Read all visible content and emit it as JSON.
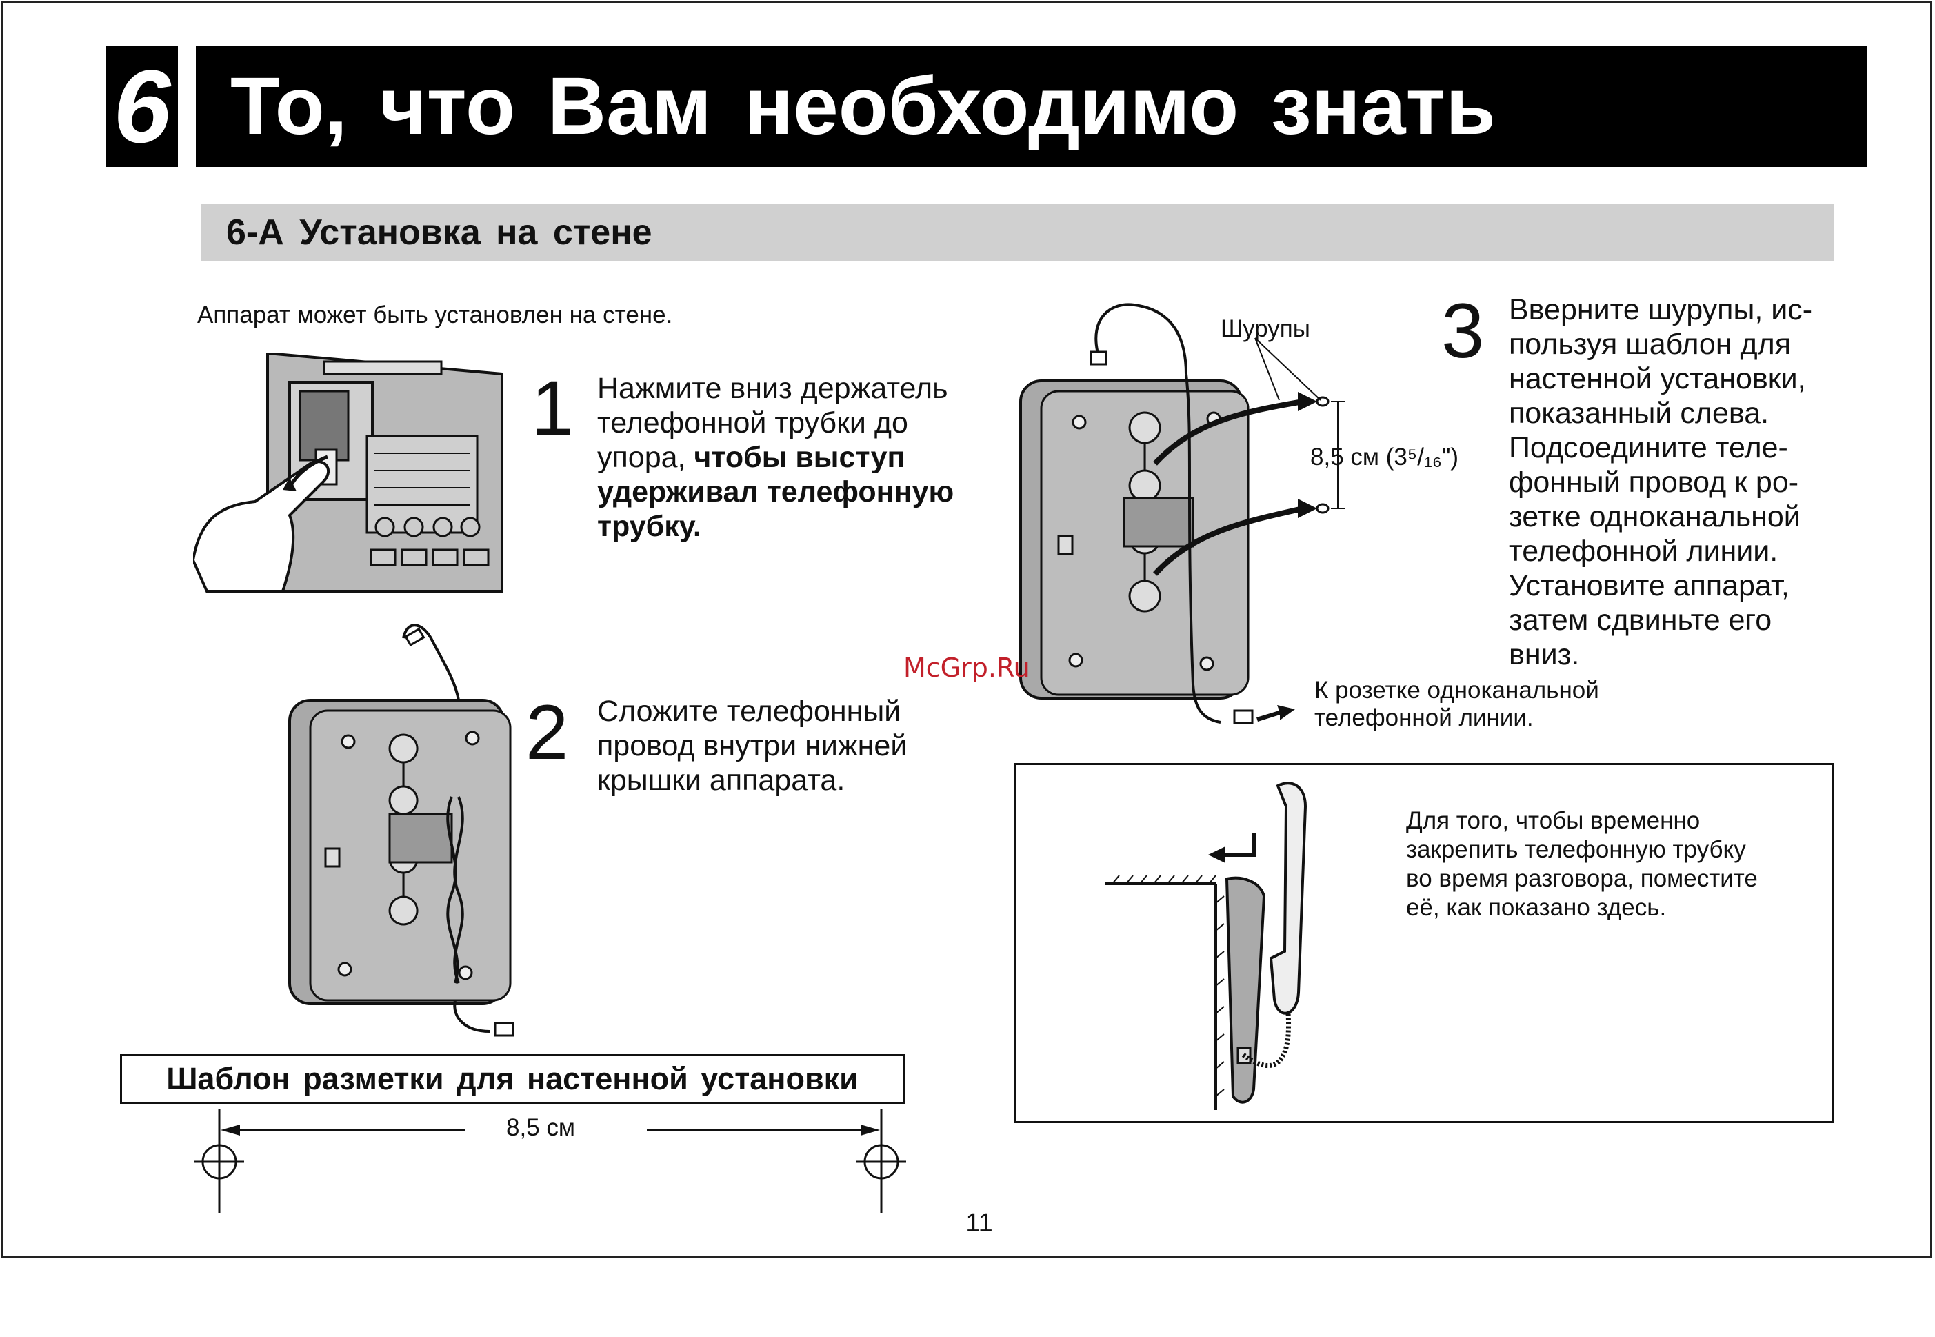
{
  "header": {
    "chapter_number": "6",
    "title": "То, что Вам необходимо знать"
  },
  "section": {
    "title": "6-А Установка на стене"
  },
  "intro": "Аппарат может быть установлен на стене.",
  "steps": [
    {
      "number": "1",
      "lines": [
        "Нажмите вниз держатель",
        "телефонной трубки до"
      ],
      "line3_plain": "упора, ",
      "line3_bold": "чтобы выступ",
      "bold_lines": [
        "удерживал телефонную",
        "трубку."
      ]
    },
    {
      "number": "2",
      "lines": [
        "Сложите телефонный",
        "провод внутри нижней",
        "крышки аппарата."
      ]
    },
    {
      "number": "3",
      "lines": [
        "Вверните шурупы, ис-",
        "пользуя шаблон для",
        "настенной установки,",
        "показанный слева.",
        "Подсоедините теле-",
        "фонный провод к ро-",
        "зетке одноканальной",
        "телефонной линии.",
        "Установите аппарат,",
        "затем сдвиньте его",
        "вниз."
      ]
    }
  ],
  "diagram_labels": {
    "screws": "Шурупы",
    "distance": "8,5 см (3⁵/₁₆\")",
    "socket_line1": "К розетке одноканальной",
    "socket_line2": "телефонной линии."
  },
  "template": {
    "title": "Шаблон разметки для настенной установки",
    "distance": "8,5 см"
  },
  "note": {
    "lines": [
      "Для того, чтобы временно",
      "закрепить телефонную трубку",
      "во время разговора, поместите",
      "её, как показано здесь."
    ]
  },
  "watermark": "McGrp.Ru",
  "page_number": "11"
}
